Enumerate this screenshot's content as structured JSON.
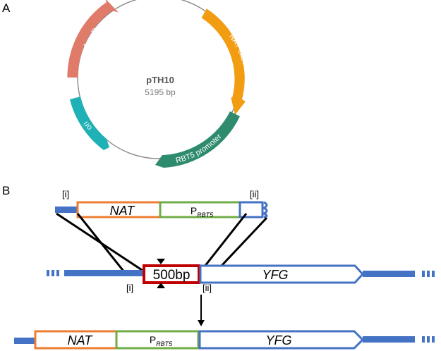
{
  "panel_a": {
    "label": "A",
    "plasmid": {
      "name": "pTH10",
      "size": "5195 bp"
    },
    "features": [
      {
        "name": "AmpR",
        "color": "#E07B6A"
      },
      {
        "name": "NAT cassette",
        "color": "#F29C12"
      },
      {
        "name": "RBT5 promoter",
        "color": "#2E8B6E"
      },
      {
        "name": "ori",
        "color": "#1FB1B6"
      }
    ]
  },
  "panel_b": {
    "label": "B",
    "nat": "NAT",
    "promoter_main": "P",
    "promoter_sub": "RBT5",
    "marker_i": "[i]",
    "marker_ii": "[ii]",
    "deletion": "500bp",
    "gene": "YFG",
    "colors": {
      "backbone": "#4472C4",
      "nat": "#ED7D31",
      "promoter": "#70AD47",
      "deletion": "#C00000"
    }
  }
}
